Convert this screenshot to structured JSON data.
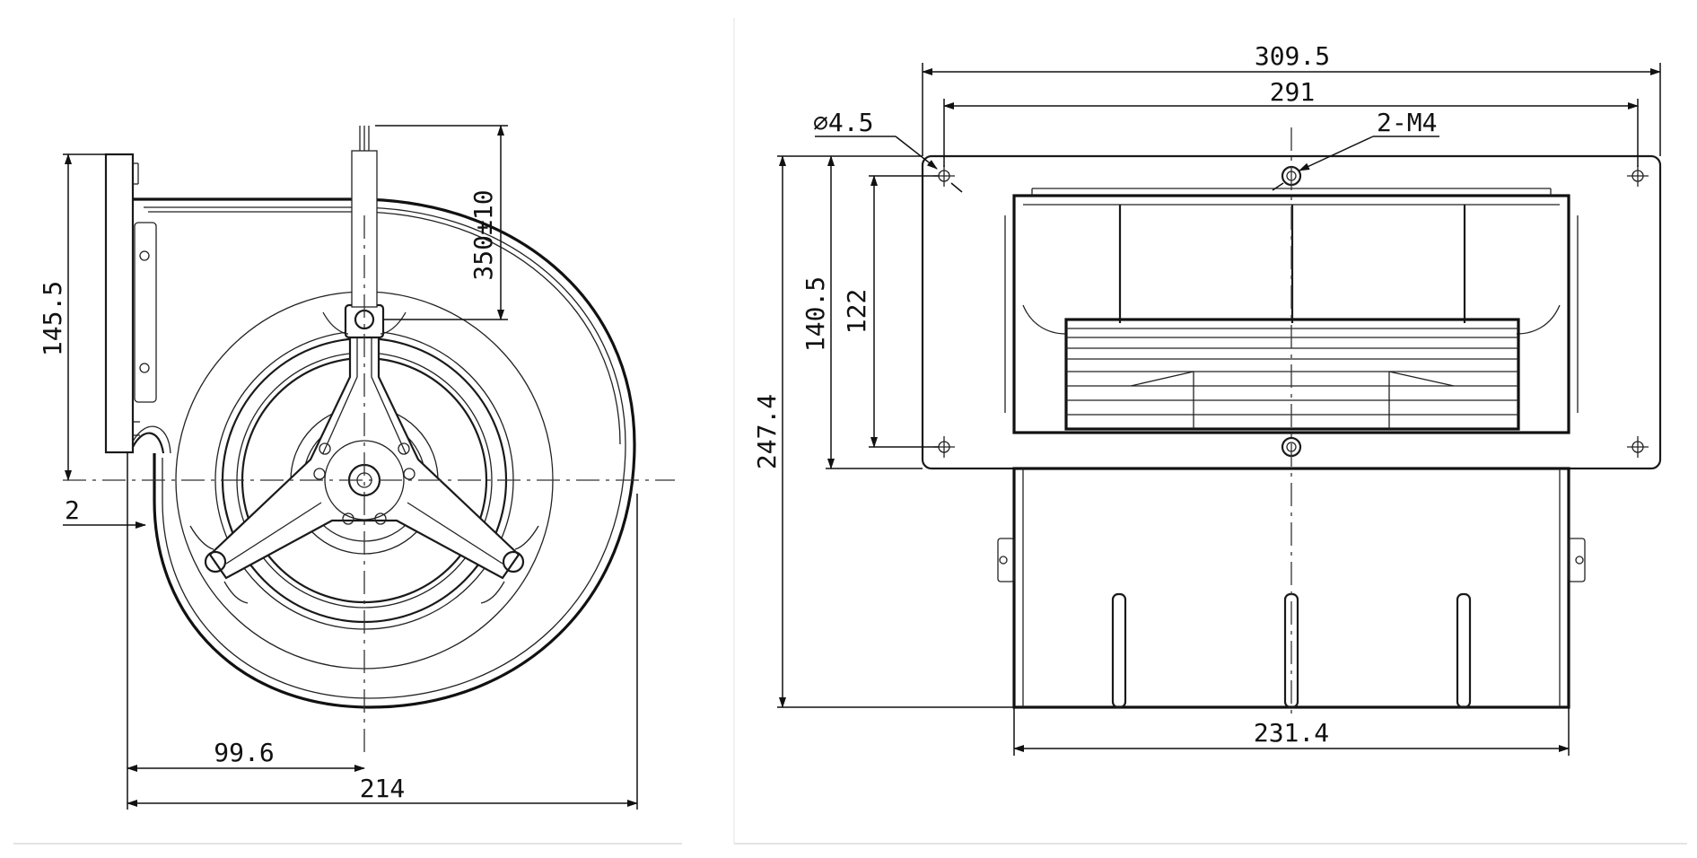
{
  "colors": {
    "line": "#1a1a1a",
    "background": "#ffffff"
  },
  "dimensions": {
    "side_height": "145.5",
    "cable_length": "350±10",
    "wall_offset": "2",
    "center_offset": "99.6",
    "side_width": "214",
    "flange_width": "309.5",
    "hole_spacing": "291",
    "hole_diameter": "⌀4.5",
    "thread": "2-M4",
    "flange_height": "140.5",
    "inner_height": "122",
    "total_height": "247.4",
    "housing_width": "231.4"
  }
}
